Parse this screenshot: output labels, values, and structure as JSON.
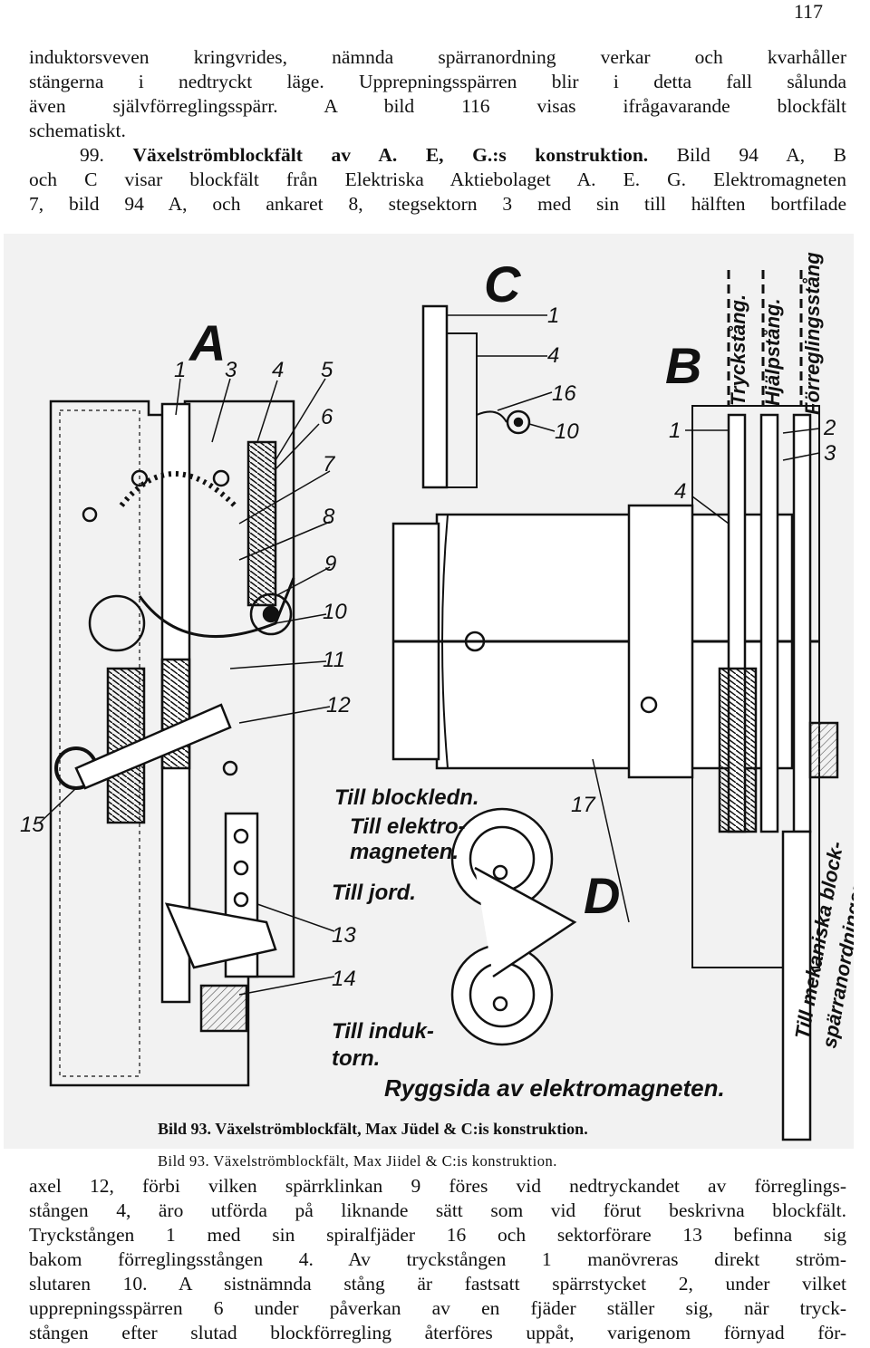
{
  "page_number": "117",
  "para1_lines": [
    "induktorsveven kringvrides, nämnda spärranordning verkar och kvarhåller",
    "stängerna i nedtryckt läge. Upprepningsspärren blir i detta fall sålunda",
    "även självförreglingsspärr. A bild 116 visas ifrågavarande blockfält",
    "schematiskt."
  ],
  "heading": {
    "number": "99.",
    "title": "Växelströmblockfält av A. E, G.:s konstruktion.",
    "rest": " Bild 94 A, B"
  },
  "para1b_lines": [
    "och C visar blockfält från Elektriska Aktiebolaget A. E. G. Elektromagneten",
    "7, bild 94 A, och ankaret 8, stegsektorn 3 med sin till hälften bortfilade"
  ],
  "figure": {
    "panel_labels": [
      "A",
      "B",
      "C",
      "D"
    ],
    "callouts_A": [
      "1",
      "3",
      "4",
      "5",
      "6",
      "7",
      "8",
      "9",
      "10",
      "11",
      "12",
      "13",
      "14",
      "15"
    ],
    "callouts_B": [
      "1",
      "2",
      "3",
      "4"
    ],
    "callouts_C": [
      "1",
      "4",
      "16",
      "10"
    ],
    "callout_17": "17",
    "vertical_labels": [
      "Tryckstång.",
      "Hjälpstång.",
      "Förreglingsstång"
    ],
    "wire_labels": [
      "Till blockledn.",
      "Till elektro-",
      "magneten.",
      "Till jord.",
      "Till induk-",
      "torn."
    ],
    "rotated_label_1": "Till mekaniska block-",
    "rotated_label_2": "spärranordningarna.",
    "bottom_label": "Ryggsida av elektromagneten.",
    "embedded_caption": "Bild 93. Växelströmblockfält, Max Jüdel & C:is konstruktion."
  },
  "caption": "Bild 93. Växelströmblockfält, Max Jiidel & C:is konstruktion.",
  "para2_lines": [
    "axel 12, förbi vilken spärrklinkan 9 föres vid nedtryckandet av förreglings-",
    "stången 4, äro utförda på liknande sätt som vid förut beskrivna blockfält.",
    "Tryckstången 1 med sin spiralfjäder 16 och sektorförare 13 befinna sig",
    "bakom förreglingsstången 4. Av tryckstången 1 manövreras direkt ström-",
    "slutaren 10. A sistnämnda stång är fastsatt spärrstycket 2, under vilket",
    "upprepningsspärren 6 under påverkan av en fjäder ställer sig, när tryck-",
    "stången efter slutad blockförregling återföres uppåt, varigenom förnyad för-"
  ]
}
